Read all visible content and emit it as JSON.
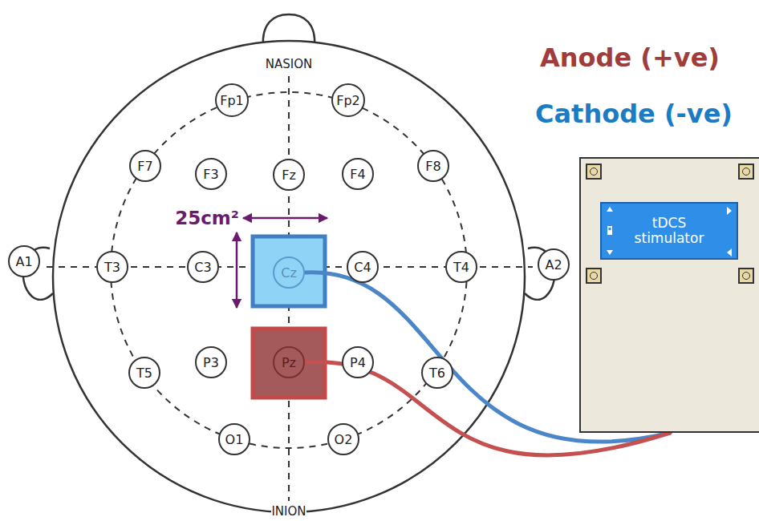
{
  "diagram": {
    "nodes": [
      {
        "text": [
          "Fp1"
        ]
      },
      {
        "text": [
          "Fp2"
        ]
      },
      {
        "text": [
          "F7"
        ]
      },
      {
        "text": [
          "F3"
        ]
      },
      {
        "text": [
          "Fz"
        ]
      },
      {
        "text": [
          "F4"
        ]
      },
      {
        "text": [
          "F8"
        ]
      },
      {
        "text": [
          "A1"
        ]
      },
      {
        "text": [
          "T3"
        ]
      },
      {
        "text": [
          "C3"
        ]
      },
      {
        "text": [
          "Cz"
        ]
      },
      {
        "text": [
          "C4"
        ]
      },
      {
        "text": [
          "T4"
        ]
      },
      {
        "text": [
          "A2"
        ]
      },
      {
        "text": [
          "T5"
        ]
      },
      {
        "text": [
          "P3"
        ]
      },
      {
        "text": [
          "Pz"
        ]
      },
      {
        "text": [
          "P4"
        ]
      },
      {
        "text": [
          "T6"
        ]
      },
      {
        "text": [
          "O1"
        ]
      },
      {
        "text": [
          "O2"
        ]
      },
      {
        "text": [
          "tDCS stimulator"
        ]
      }
    ],
    "edges": [
      {
        "from": 10,
        "to": 21,
        "arrow": "none"
      },
      {
        "from": 16,
        "to": 21,
        "arrow": "none"
      }
    ],
    "labels": [
      "NASION",
      "INION",
      "Anode (+ve)",
      "Cathode (-ve)",
      "25cm²"
    ]
  }
}
